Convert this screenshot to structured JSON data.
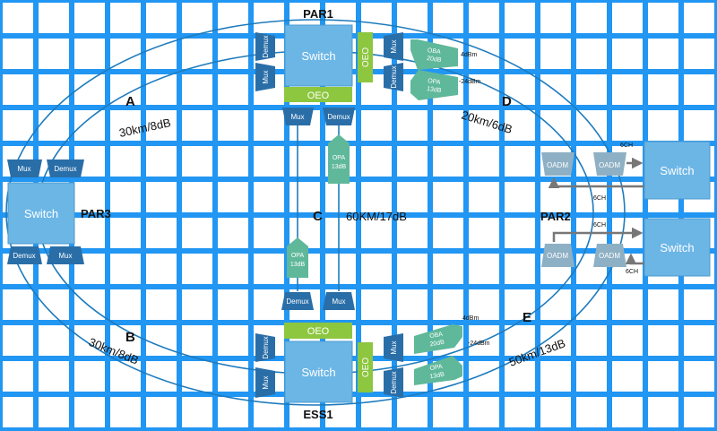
{
  "nodes": {
    "par1": "PAR1",
    "ess1": "ESS1",
    "par2": "PAR2",
    "par3": "PAR3"
  },
  "switch_label": "Switch",
  "mux": "Mux",
  "demux": "Demux",
  "oeo": "OEO",
  "oadm": "OADM",
  "amplifiers": {
    "oba": "OBA",
    "opa": "OPA",
    "oba_gain": "20dB",
    "opa_gain": "13dB"
  },
  "power": {
    "plus4": "4dBm",
    "minus24": "-24dBm"
  },
  "channels": "6CH",
  "links": {
    "a": {
      "letter": "A",
      "distance": "30km/8dB"
    },
    "b": {
      "letter": "B",
      "distance": "30km/8dB"
    },
    "c": {
      "letter": "C",
      "distance": "60KM/17dB"
    },
    "d": {
      "letter": "D",
      "distance": "20km/6dB"
    },
    "e": {
      "letter": "E",
      "distance": "50km/13dB"
    }
  },
  "colors": {
    "background": "#2196f3",
    "grid": "#ffffff",
    "ring": "#1e7bbd",
    "switch_box": "#6cb6e6",
    "mux_box": "#2a6ea8",
    "oeo_box": "#8dc63f",
    "amp": "#5fb89a",
    "oadm": "#8eb0c4",
    "arrow": "#777777"
  }
}
